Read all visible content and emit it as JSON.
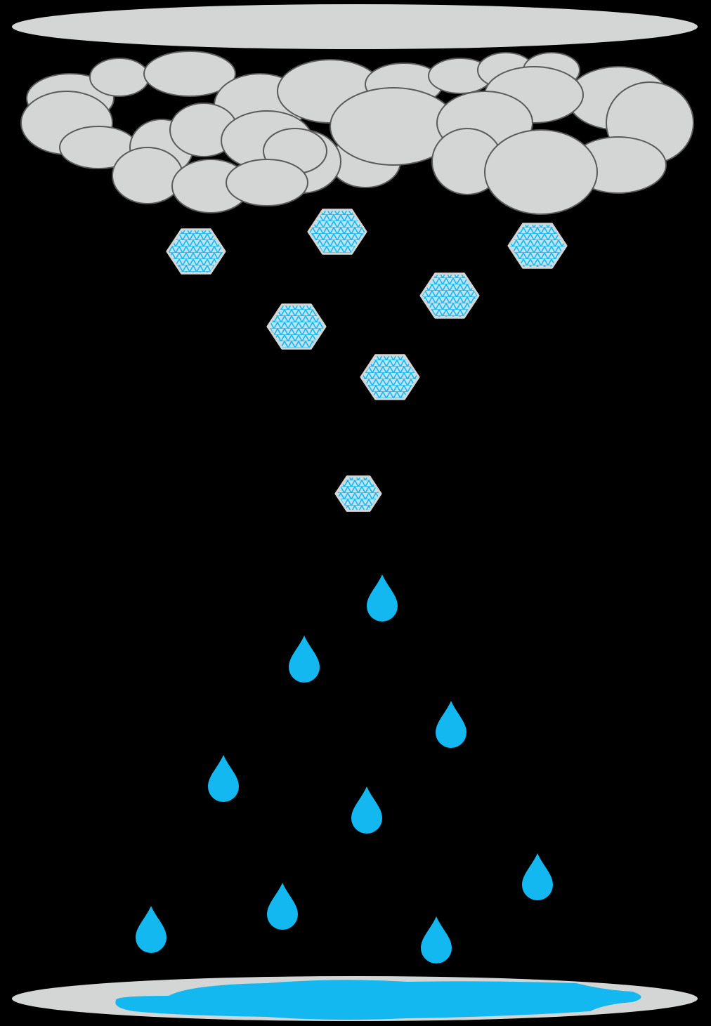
{
  "illustration": {
    "subject": "snow-to-rain",
    "colors": {
      "background": "#000000",
      "cloud": "#d4d6d5",
      "cloud_outline": "#5a5a5a",
      "ice": "#14b8f0",
      "ice_light": "#bfe3f2",
      "water": "#14b8f0"
    },
    "icons": {
      "cloud": "cloud-icon",
      "snowflake": "snowflake-icon",
      "raindrop": "raindrop-icon",
      "puddle": "puddle-icon"
    },
    "snowflake_count": 7,
    "raindrop_count": 9
  }
}
